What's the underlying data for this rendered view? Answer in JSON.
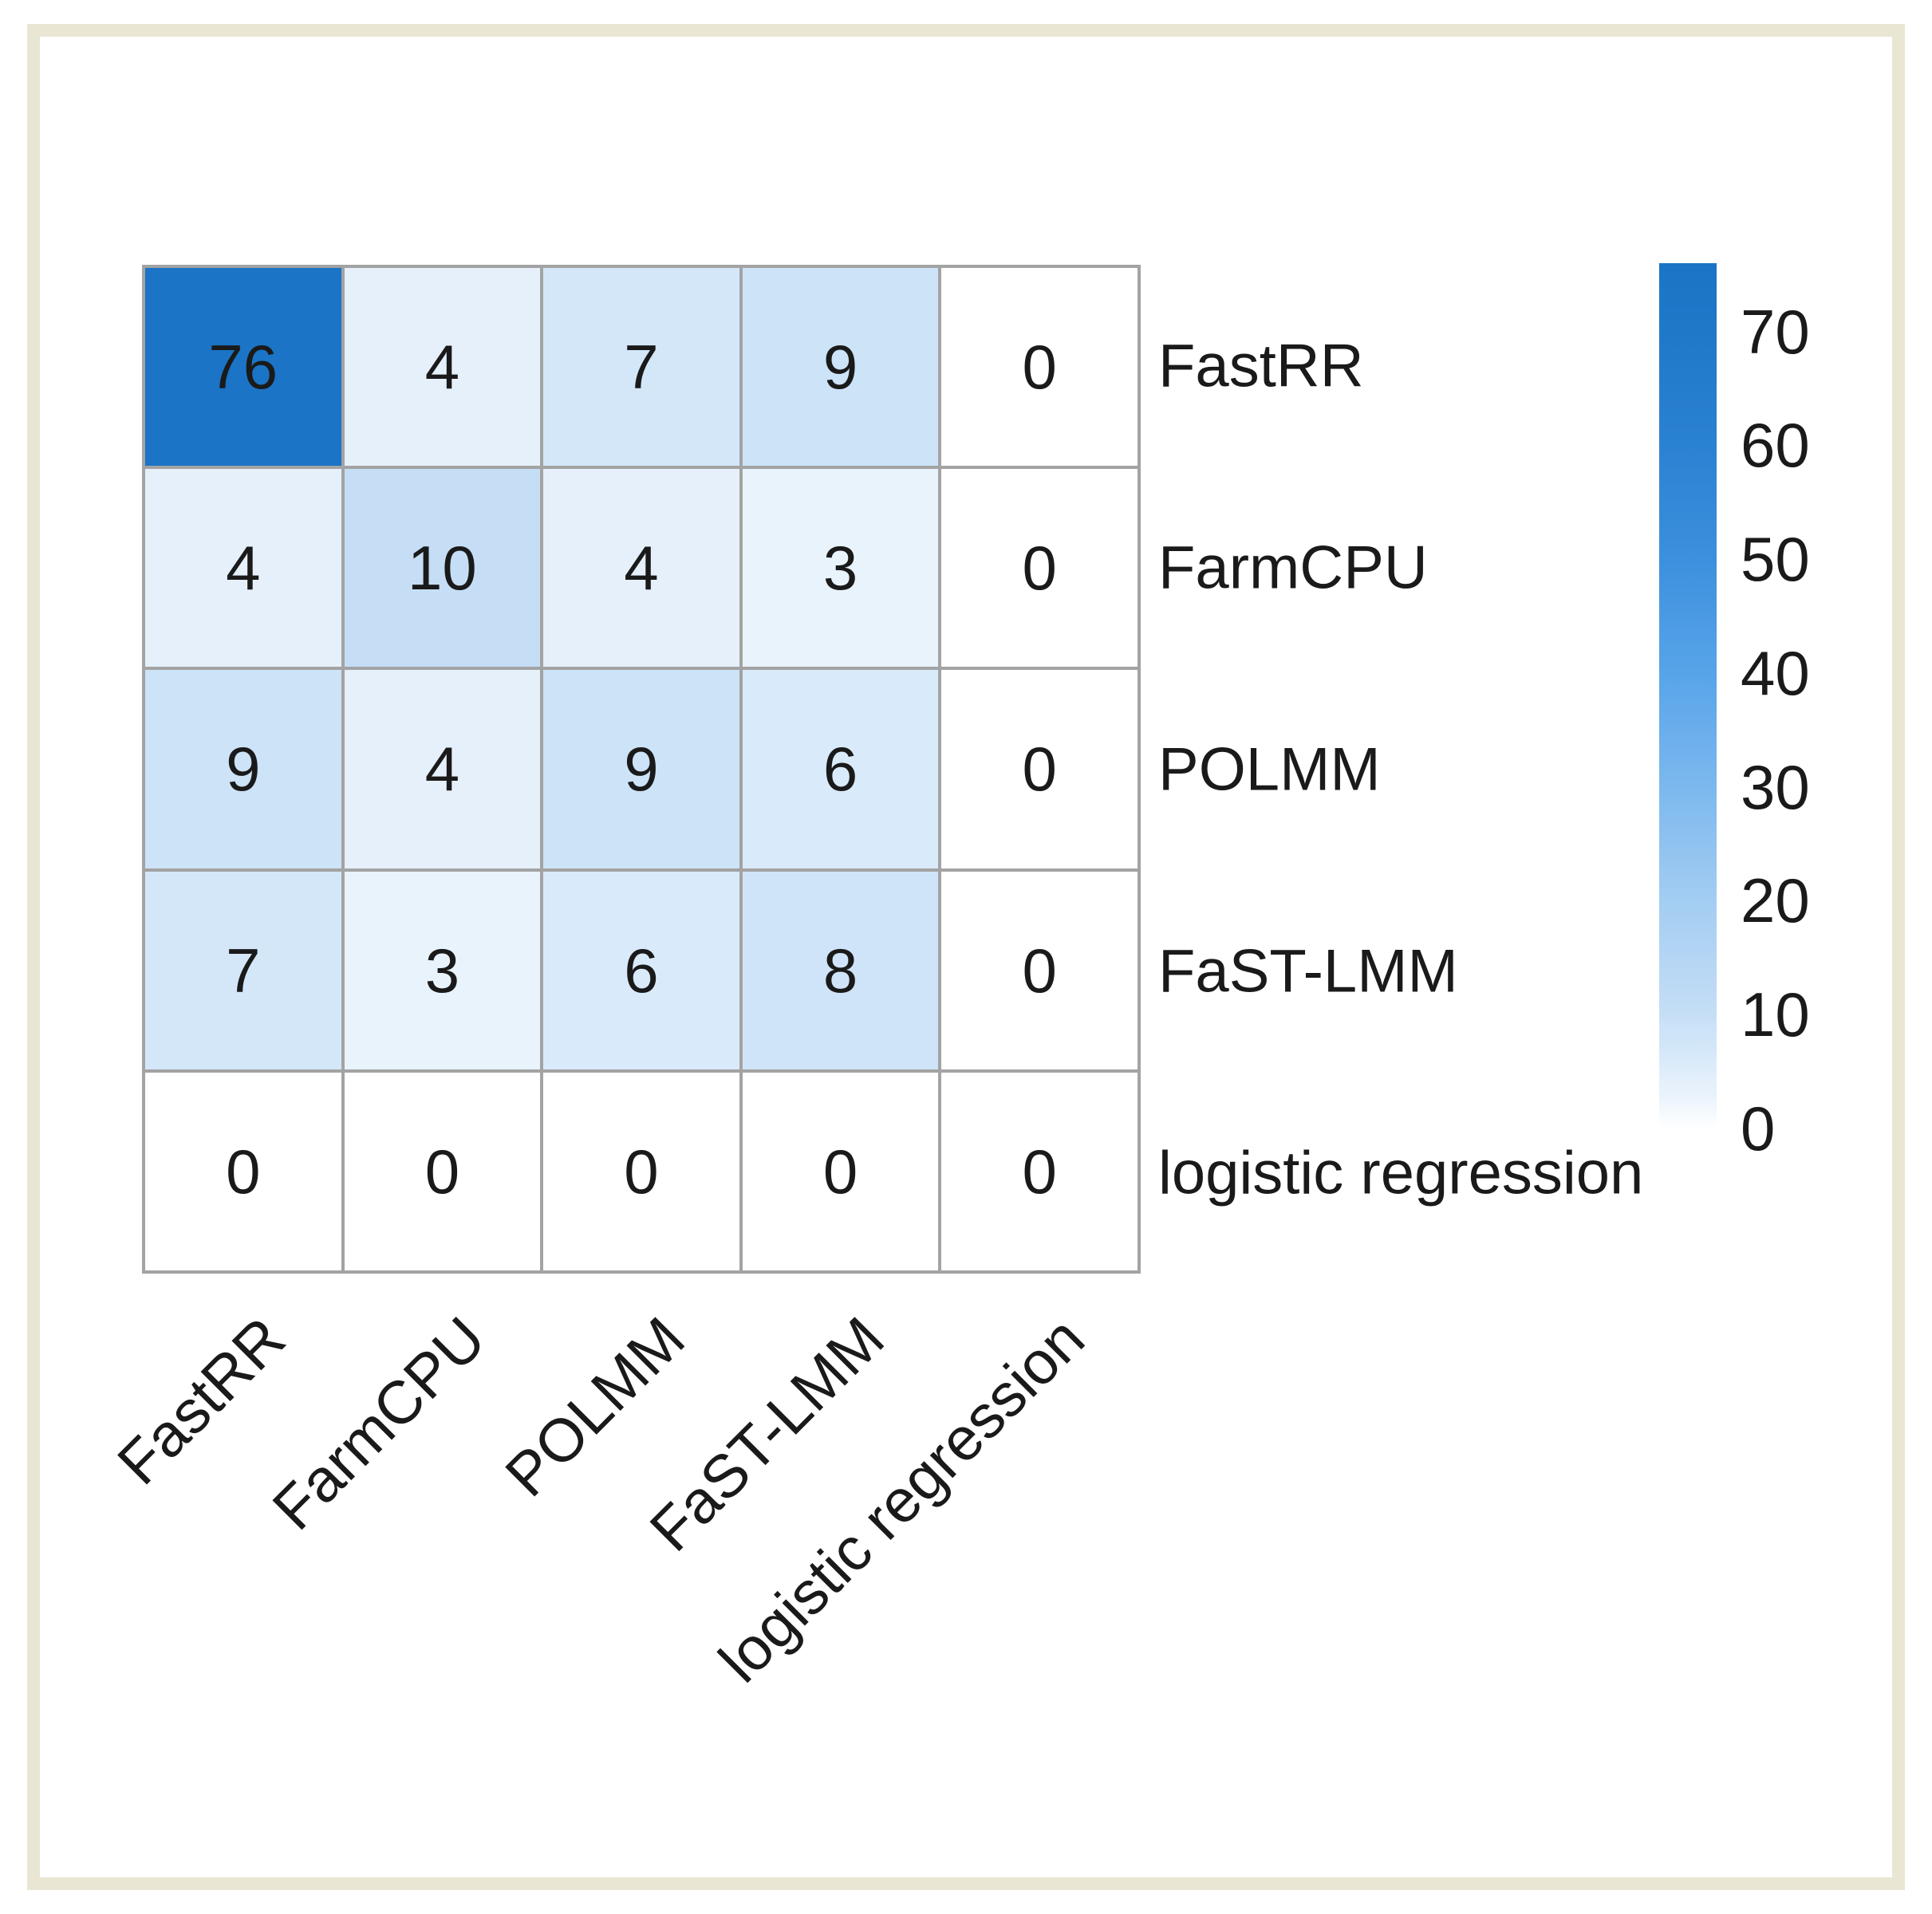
{
  "chart_data": {
    "type": "heatmap",
    "title": "",
    "row_labels": [
      "FastRR",
      "FarmCPU",
      "POLMM",
      "FaST-LMM",
      "logistic regression"
    ],
    "col_labels": [
      "FastRR",
      "FarmCPU",
      "POLMM",
      "FaST-LMM",
      "logistic regression"
    ],
    "matrix": [
      [
        76,
        4,
        7,
        9,
        0
      ],
      [
        4,
        10,
        4,
        3,
        0
      ],
      [
        9,
        4,
        9,
        6,
        0
      ],
      [
        7,
        3,
        6,
        8,
        0
      ],
      [
        0,
        0,
        0,
        0,
        0
      ]
    ],
    "colorbar": {
      "ticks": [
        70,
        60,
        50,
        40,
        30,
        20,
        10,
        0
      ],
      "vmin": 0,
      "vmax": 76,
      "position": "right"
    },
    "colors": {
      "min": "#ffffff",
      "max": "#1b74c5",
      "gridline": "#a3a3a3",
      "text": "#1a1a1a",
      "frame": "#e9e6d3",
      "stops": [
        [
          0,
          "#ffffff"
        ],
        [
          3,
          "#e9f3fc"
        ],
        [
          4,
          "#e5f0fb"
        ],
        [
          6,
          "#d9eafa"
        ],
        [
          7,
          "#d3e7f9"
        ],
        [
          8,
          "#cfe4f8"
        ],
        [
          9,
          "#cce3f8"
        ],
        [
          10,
          "#c5def6"
        ],
        [
          20,
          "#a3cdf2"
        ],
        [
          30,
          "#7cb8ee"
        ],
        [
          40,
          "#58a4e9"
        ],
        [
          50,
          "#3c90dd"
        ],
        [
          60,
          "#2b82d2"
        ],
        [
          70,
          "#2078c9"
        ],
        [
          76,
          "#1b74c5"
        ]
      ]
    },
    "legend_position": "right",
    "grid_on": true
  }
}
